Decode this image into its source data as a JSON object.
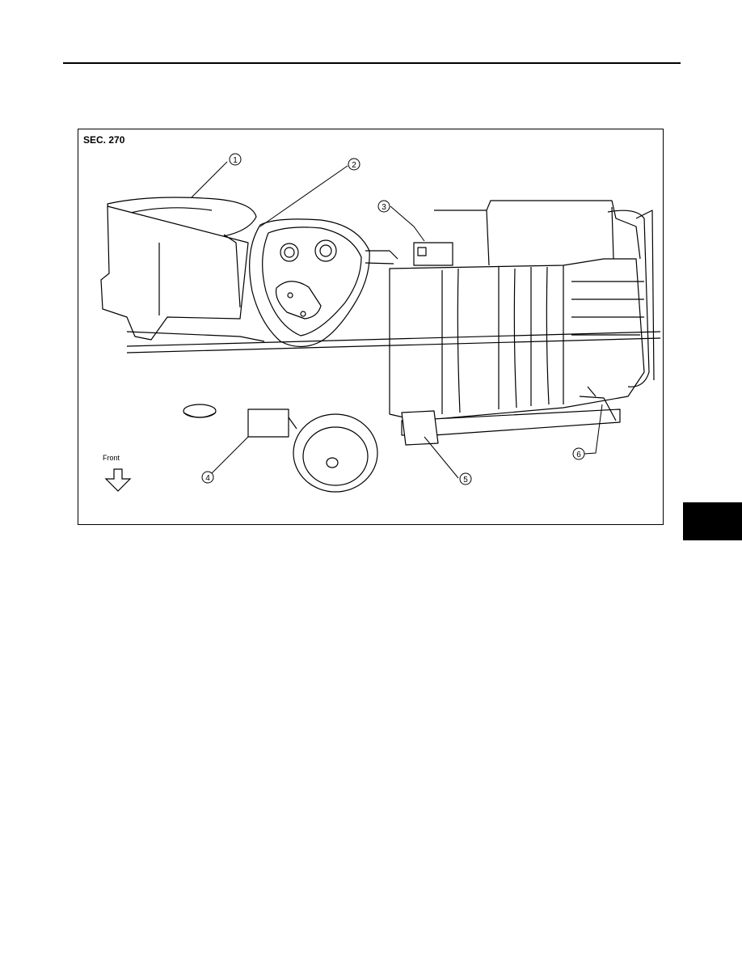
{
  "figure": {
    "section_label": "SEC. 270",
    "front_label": "Front",
    "callouts": [
      "1",
      "2",
      "3",
      "4",
      "5",
      "6"
    ]
  },
  "colors": {
    "line": "#000000",
    "background": "#ffffff",
    "tab": "#000000"
  }
}
